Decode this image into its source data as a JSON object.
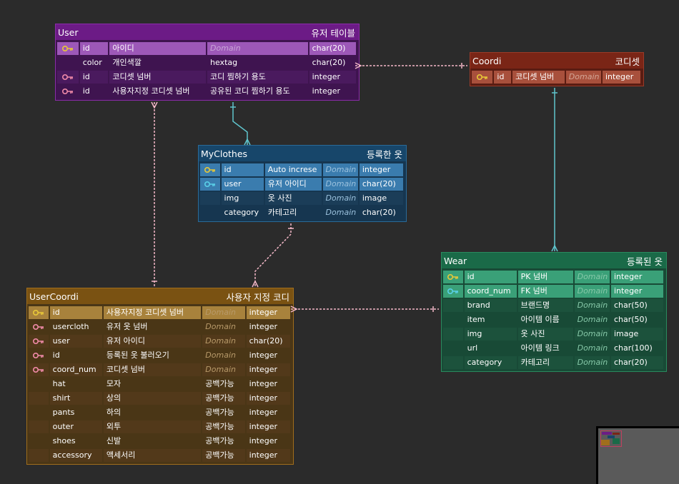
{
  "colors": {
    "background": "#2b2b2b",
    "link": "#f4b8c8",
    "link_teal": "#5fc4cc"
  },
  "entities": [
    {
      "id": "user",
      "name": "User",
      "comment": "유저 테이블",
      "theme": {
        "header": "#6c1b86",
        "body": "#3f1450",
        "border": "#8a2ca8",
        "sel_row": "#9d58b8",
        "alt_a": "#4a1a5e",
        "alt_b": "#3f1450",
        "domain_text": "#c9a6d8"
      },
      "columns": [
        {
          "key": "pk",
          "name": "id",
          "description": "아이디",
          "domain": "Domain",
          "type": "char(20)"
        },
        {
          "key": "",
          "name": "color",
          "description": "개인색깔",
          "domain": "hextag",
          "type": "char(20)"
        },
        {
          "key": "fk",
          "name": "id",
          "description": "코디셋 넘버",
          "domain": "코디 찜하기 용도",
          "type": "integer"
        },
        {
          "key": "fk",
          "name": "id",
          "description": "사용자지정 코디셋 넘버",
          "domain": "공유된 코디 찜하기 용도",
          "type": "integer"
        }
      ]
    },
    {
      "id": "coordi",
      "name": "Coordi",
      "comment": "코디셋",
      "theme": {
        "header": "#7a2516",
        "body": "#5a1c12",
        "border": "#9a3a28",
        "sel_row": "#a8503c",
        "alt_a": "#5a1c12",
        "alt_b": "#5a1c12",
        "domain_text": "#d4a696"
      },
      "columns": [
        {
          "key": "pk",
          "name": "id",
          "description": "코디셋 넘버",
          "domain": "Domain",
          "type": "integer"
        }
      ]
    },
    {
      "id": "myclothes",
      "name": "MyClothes",
      "comment": "등록한 옷",
      "theme": {
        "header": "#17466a",
        "body": "#163650",
        "border": "#2a6a98",
        "sel_row": "#3a7cae",
        "alt_a": "#1b3d58",
        "alt_b": "#163650",
        "domain_text": "#9cc2de"
      },
      "columns": [
        {
          "key": "pk",
          "name": "id",
          "description": "Auto increse",
          "domain": "Domain",
          "type": "integer"
        },
        {
          "key": "pfk",
          "name": "user",
          "description": "유저 아이디",
          "domain": "Domain",
          "type": "char(20)"
        },
        {
          "key": "",
          "name": "img",
          "description": "옷 사진",
          "domain": "Domain",
          "type": "image"
        },
        {
          "key": "",
          "name": "category",
          "description": "카테고리",
          "domain": "Domain",
          "type": "char(20)"
        }
      ]
    },
    {
      "id": "usercoordi",
      "name": "UserCoordi",
      "comment": "사용자 지정 코디",
      "theme": {
        "header": "#7a5212",
        "body": "#4a3616",
        "border": "#a06e1c",
        "sel_row": "#a8823c",
        "alt_a": "#52391a",
        "alt_b": "#4a3616",
        "domain_text": "#b89a6a"
      },
      "columns": [
        {
          "key": "pk",
          "name": "id",
          "description": "사용자지정 코디셋 넘버",
          "domain": "Domain",
          "type": "integer"
        },
        {
          "key": "fk",
          "name": "usercloth",
          "description": "유저 옷 넘버",
          "domain": "Domain",
          "type": "integer"
        },
        {
          "key": "fk",
          "name": "user",
          "description": "유저 아이디",
          "domain": "Domain",
          "type": "char(20)"
        },
        {
          "key": "fk",
          "name": "id",
          "description": "등록된 옷 불러오기",
          "domain": "Domain",
          "type": "integer"
        },
        {
          "key": "fk",
          "name": "coord_num",
          "description": "코디셋 넘버",
          "domain": "Domain",
          "type": "integer"
        },
        {
          "key": "",
          "name": "hat",
          "description": "모자",
          "domain": "공백가능",
          "type": "integer"
        },
        {
          "key": "",
          "name": "shirt",
          "description": "상의",
          "domain": "공백가능",
          "type": "integer"
        },
        {
          "key": "",
          "name": "pants",
          "description": "하의",
          "domain": "공백가능",
          "type": "integer"
        },
        {
          "key": "",
          "name": "outer",
          "description": "외투",
          "domain": "공백가능",
          "type": "integer"
        },
        {
          "key": "",
          "name": "shoes",
          "description": "신발",
          "domain": "공백가능",
          "type": "integer"
        },
        {
          "key": "",
          "name": "accessory",
          "description": "액세서리",
          "domain": "공백가능",
          "type": "integer"
        }
      ]
    },
    {
      "id": "wear",
      "name": "Wear",
      "comment": "등록된 옷",
      "theme": {
        "header": "#1a6a48",
        "body": "#184a36",
        "border": "#2a8a5e",
        "sel_row": "#3aa078",
        "alt_a": "#1c523c",
        "alt_b": "#184a36",
        "domain_text": "#86c8a8"
      },
      "columns": [
        {
          "key": "pk",
          "name": "id",
          "description": "PK 넘버",
          "domain": "Domain",
          "type": "integer"
        },
        {
          "key": "pfk",
          "name": "coord_num",
          "description": "FK 넘버",
          "domain": "Domain",
          "type": "integer"
        },
        {
          "key": "",
          "name": "brand",
          "description": "브랜드명",
          "domain": "Domain",
          "type": "char(50)"
        },
        {
          "key": "",
          "name": "item",
          "description": "아이템 이름",
          "domain": "Domain",
          "type": "char(50)"
        },
        {
          "key": "",
          "name": "img",
          "description": "옷 사진",
          "domain": "Domain",
          "type": "image"
        },
        {
          "key": "",
          "name": "url",
          "description": "아이템 링크",
          "domain": "Domain",
          "type": "char(100)"
        },
        {
          "key": "",
          "name": "category",
          "description": "카테고리",
          "domain": "Domain",
          "type": "char(20)"
        }
      ]
    }
  ]
}
